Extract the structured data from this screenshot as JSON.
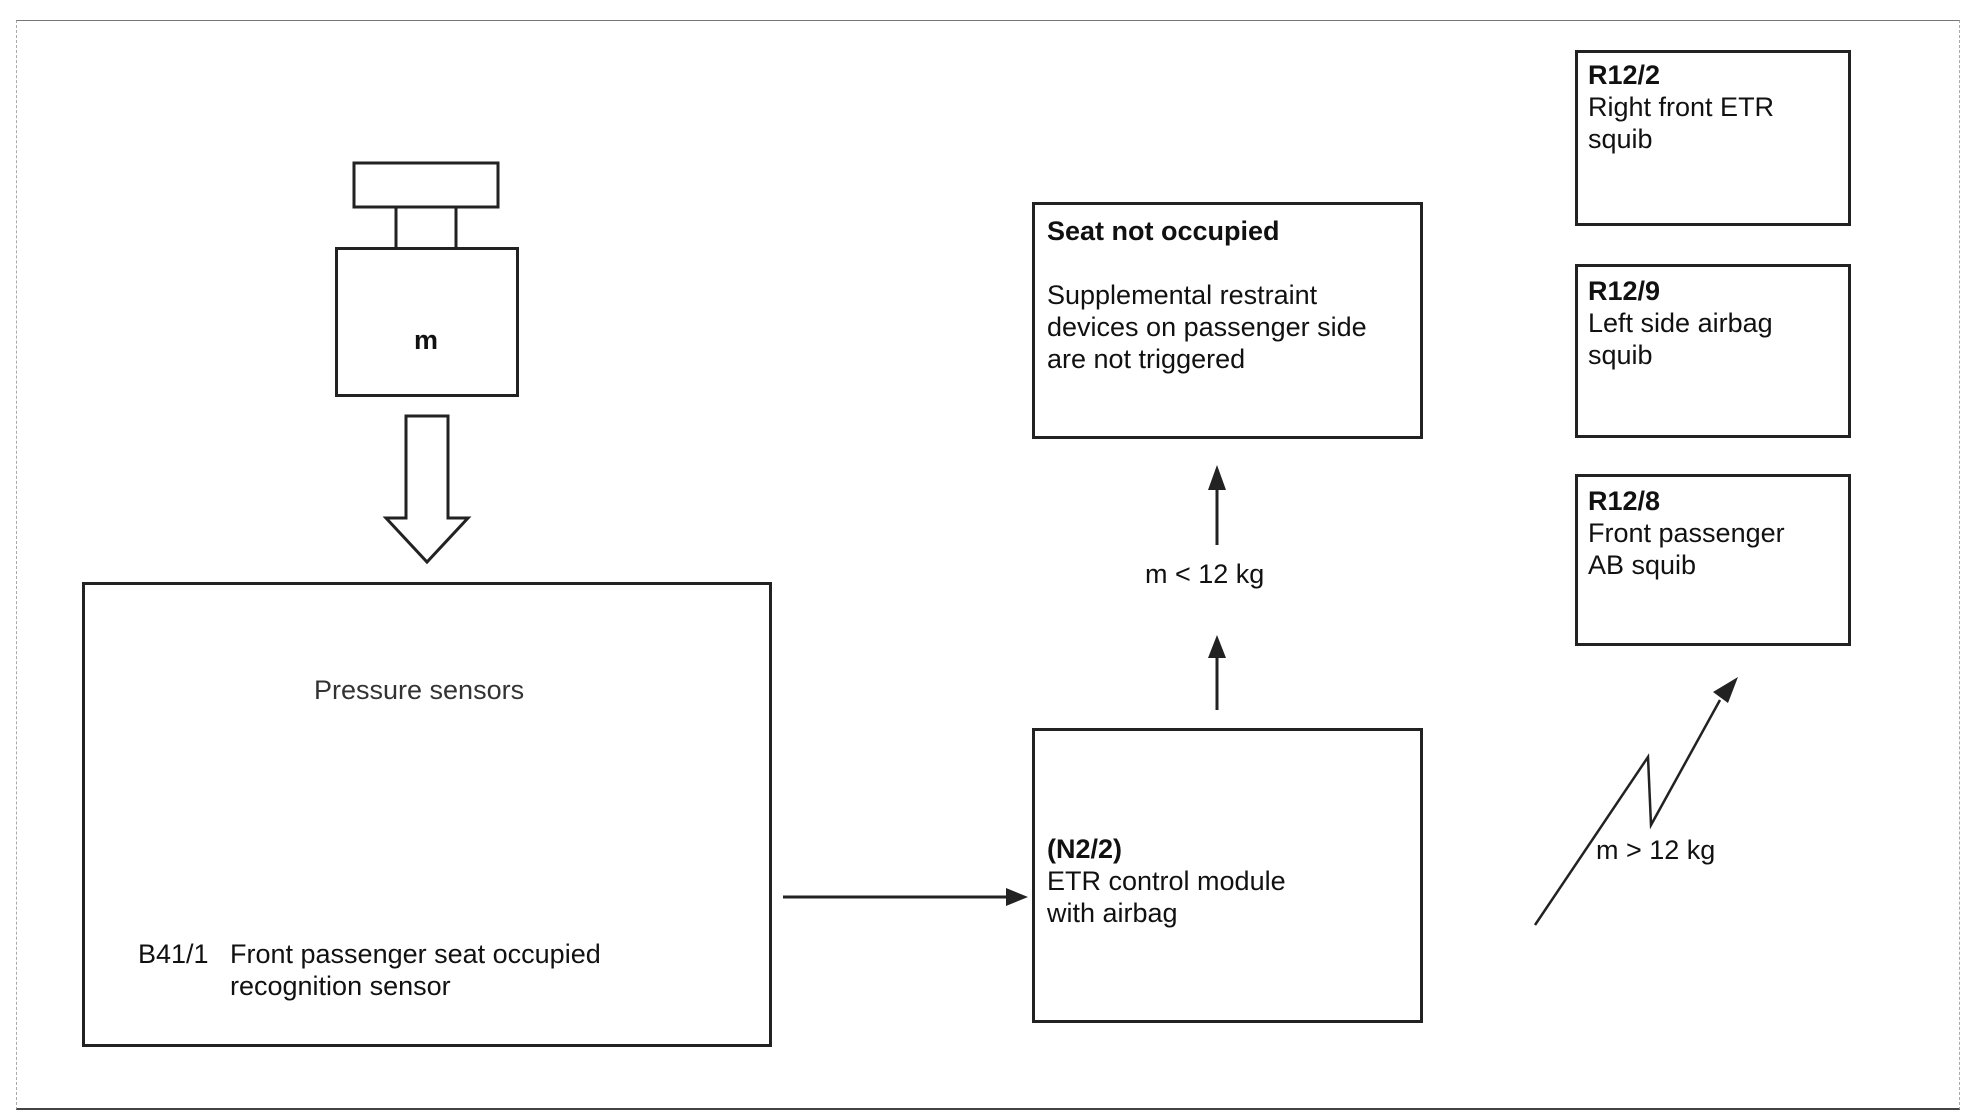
{
  "weight": {
    "label": "m"
  },
  "sensor": {
    "pressure_label": "Pressure sensors",
    "code": "B41/1",
    "name_line1": "Front passenger seat occupied",
    "name_line2": "recognition sensor"
  },
  "control_module": {
    "code": "(N2/2)",
    "line1": "ETR control module",
    "line2": "with airbag"
  },
  "not_occupied": {
    "title": "Seat not occupied",
    "line1": "Supplemental restraint",
    "line2": "devices on passenger side",
    "line3": "are not triggered"
  },
  "threshold_low": "m < 12 kg",
  "threshold_high": "m > 12 kg",
  "squibs": [
    {
      "code": "R12/2",
      "line1": "Right front ETR",
      "line2": "squib"
    },
    {
      "code": "R12/9",
      "line1": "Left side airbag",
      "line2": "squib"
    },
    {
      "code": "R12/8",
      "line1": "Front passenger",
      "line2": "AB squib"
    }
  ]
}
